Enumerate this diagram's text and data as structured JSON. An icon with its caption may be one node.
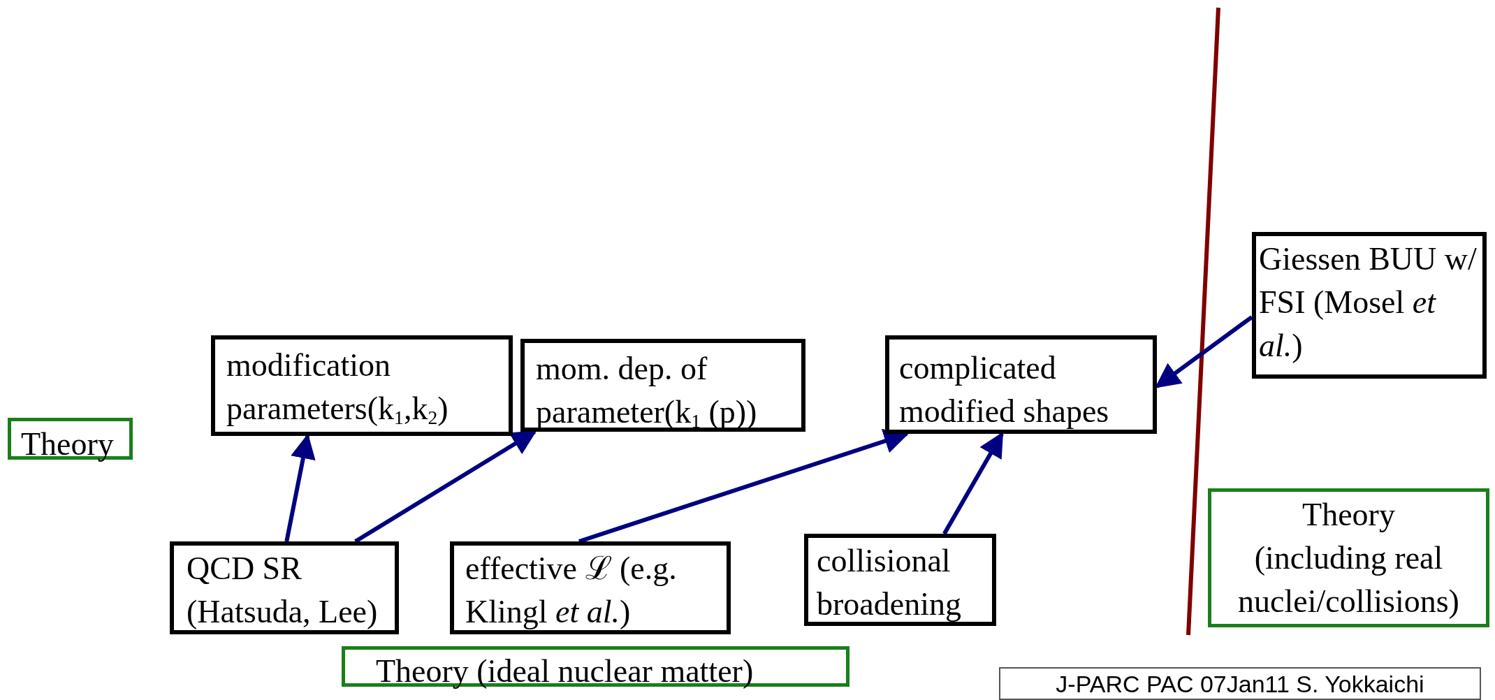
{
  "diagram": {
    "nodes": [
      {
        "text": [
          "Theory"
        ]
      },
      {
        "text": [
          "modification parameters(k$_{1}$,k$_{2}$)"
        ]
      },
      {
        "text": [
          "mom. dep. of parameter(k$_{1}$ (p))"
        ]
      },
      {
        "text": [
          "complicated modified shapes"
        ]
      },
      {
        "text": [
          "Giessen BUU w/ FSI (Mosel *et al.*)"
        ]
      },
      {
        "text": [
          "QCD SR (Hatsuda, Lee)"
        ]
      },
      {
        "text": [
          "effective ℒ (e.g. Klingl *et al.*)"
        ]
      },
      {
        "text": [
          "collisional broadening"
        ]
      },
      {
        "text": [
          "Theory (ideal nuclear matter)"
        ]
      },
      {
        "text": [
          "Theory",
          "(including real nuclei/collisions)"
        ]
      },
      {
        "text": [
          "J-PARC  PAC  07Jan11  S. Yokkaichi"
        ]
      }
    ],
    "edges": [
      {
        "from": 5,
        "to": 1,
        "arrow": "to"
      },
      {
        "from": 5,
        "to": 2,
        "arrow": "to"
      },
      {
        "from": 6,
        "to": 3,
        "arrow": "to"
      },
      {
        "from": 7,
        "to": 3,
        "arrow": "to"
      },
      {
        "from": 4,
        "to": 3,
        "arrow": "to"
      }
    ]
  }
}
